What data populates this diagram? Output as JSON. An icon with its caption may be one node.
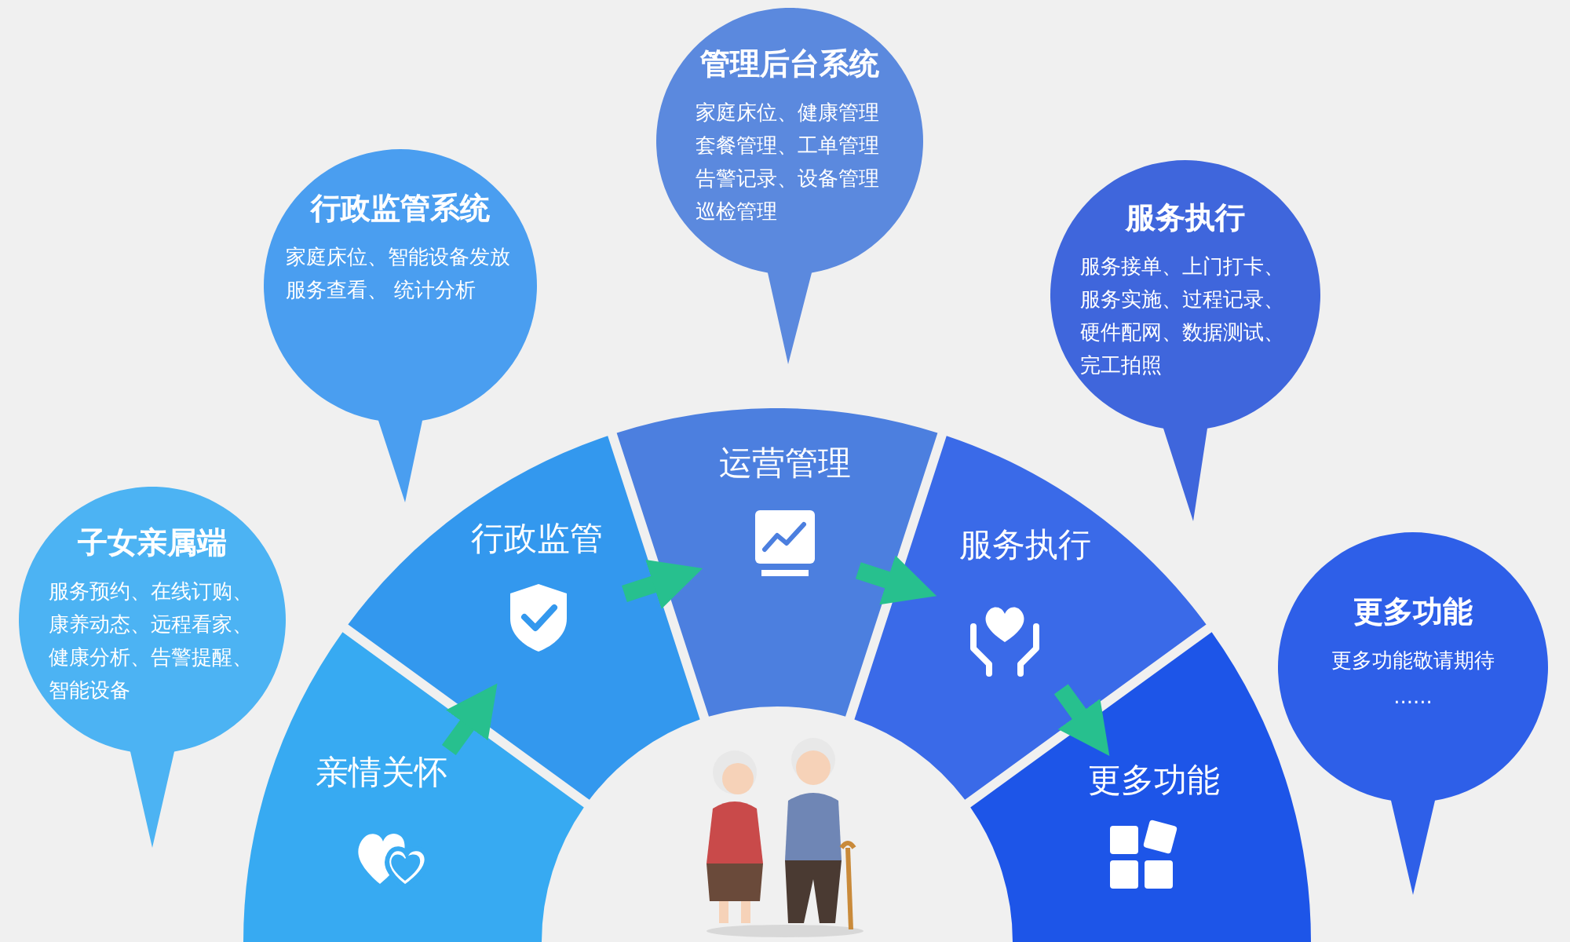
{
  "diagram": {
    "nodes": [
      {
        "text": [
          "子女亲属端",
          "服务预约、在线订购、康养动态、远程看家、健康分析、告警提醒、智能设备"
        ]
      },
      {
        "text": [
          "行政监管系统",
          "家庭床位、智能设备发放服务查看、 统计分析"
        ]
      },
      {
        "text": [
          "管理后台系统",
          "家庭床位、健康管理套餐管理、工单管理告警记录、设备管理巡检管理"
        ]
      },
      {
        "text": [
          "服务执行",
          "服务接单、上门打卡、服务实施、过程记录、硬件配网、数据测试、完工拍照"
        ]
      },
      {
        "text": [
          "更多功能",
          "更多功能敬请期待",
          "......"
        ]
      },
      {
        "text": [
          "亲情关怀"
        ]
      },
      {
        "text": [
          "行政监管"
        ]
      },
      {
        "text": [
          "运营管理"
        ]
      },
      {
        "text": [
          "服务执行"
        ]
      },
      {
        "text": [
          "更多功能"
        ]
      }
    ],
    "edges": [
      {
        "from": 5,
        "to": 6,
        "arrow": "to"
      },
      {
        "from": 6,
        "to": 7,
        "arrow": "to"
      },
      {
        "from": 7,
        "to": 8,
        "arrow": "to"
      },
      {
        "from": 8,
        "to": 9,
        "arrow": "to"
      }
    ]
  }
}
